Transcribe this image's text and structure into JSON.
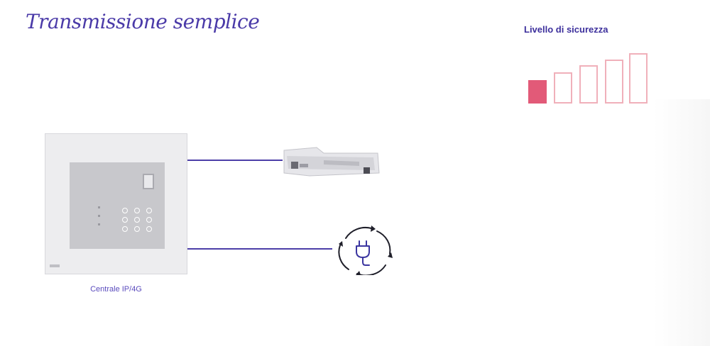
{
  "title": "Transmissione semplice",
  "security_level": {
    "label": "Livello di sicurezza",
    "level": 1,
    "max": 5,
    "filled_color": "#e25a78",
    "empty_color": "#f0b0ba"
  },
  "control_panel": {
    "label": "Centrale IP/4G"
  },
  "connections": [
    {
      "target": "transmitter-module"
    },
    {
      "target": "power-plug-icon"
    }
  ],
  "colors": {
    "title": "#4a3aa8",
    "wire": "#4c3fa8"
  }
}
